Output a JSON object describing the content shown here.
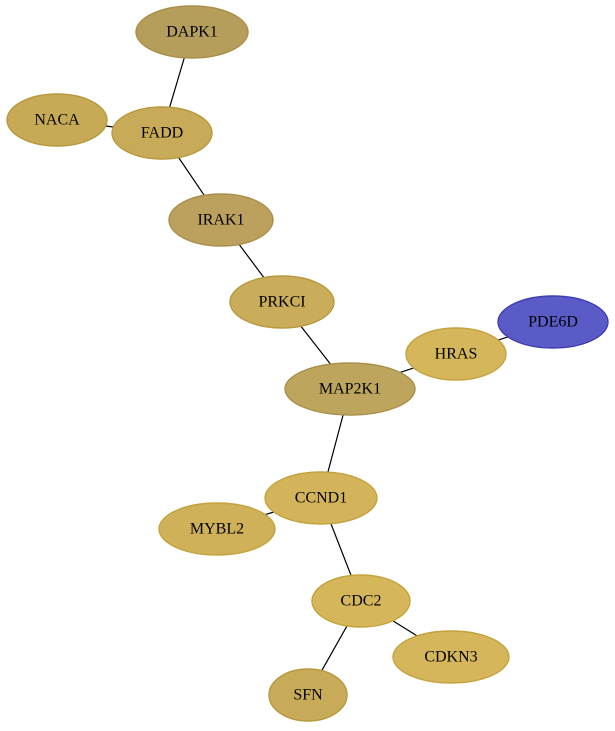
{
  "graph": {
    "nodes": [
      {
        "id": "DAPK1",
        "label": "DAPK1",
        "fill": "#b59d5b",
        "stroke": "#a98f4a"
      },
      {
        "id": "NACA",
        "label": "NACA",
        "fill": "#c6aa56",
        "stroke": "#b8993f"
      },
      {
        "id": "FADD",
        "label": "FADD",
        "fill": "#c8ab58",
        "stroke": "#b8993f"
      },
      {
        "id": "IRAK1",
        "label": "IRAK1",
        "fill": "#bba15d",
        "stroke": "#a98f4a"
      },
      {
        "id": "PRKCI",
        "label": "PRKCI",
        "fill": "#c9ad5a",
        "stroke": "#b8993f"
      },
      {
        "id": "PDE6D",
        "label": "PDE6D",
        "fill": "#5b5bc8",
        "stroke": "#3f3fb0"
      },
      {
        "id": "HRAS",
        "label": "HRAS",
        "fill": "#d5b65a",
        "stroke": "#c4a33e"
      },
      {
        "id": "MAP2K1",
        "label": "MAP2K1",
        "fill": "#bda55d",
        "stroke": "#a98f4a"
      },
      {
        "id": "CCND1",
        "label": "CCND1",
        "fill": "#d3b45a",
        "stroke": "#c4a33e"
      },
      {
        "id": "MYBL2",
        "label": "MYBL2",
        "fill": "#cfb15a",
        "stroke": "#c4a33e"
      },
      {
        "id": "CDC2",
        "label": "CDC2",
        "fill": "#d5b65a",
        "stroke": "#c4a33e"
      },
      {
        "id": "CDKN3",
        "label": "CDKN3",
        "fill": "#d5b65a",
        "stroke": "#c4a33e"
      },
      {
        "id": "SFN",
        "label": "SFN",
        "fill": "#c7ab59",
        "stroke": "#b8993f"
      }
    ],
    "edges": [
      {
        "from": "DAPK1",
        "to": "FADD"
      },
      {
        "from": "NACA",
        "to": "FADD"
      },
      {
        "from": "FADD",
        "to": "IRAK1"
      },
      {
        "from": "IRAK1",
        "to": "PRKCI"
      },
      {
        "from": "PRKCI",
        "to": "MAP2K1"
      },
      {
        "from": "MAP2K1",
        "to": "HRAS"
      },
      {
        "from": "HRAS",
        "to": "PDE6D"
      },
      {
        "from": "MAP2K1",
        "to": "CCND1"
      },
      {
        "from": "CCND1",
        "to": "MYBL2"
      },
      {
        "from": "CCND1",
        "to": "CDC2"
      },
      {
        "from": "CDC2",
        "to": "CDKN3"
      },
      {
        "from": "CDC2",
        "to": "SFN"
      }
    ]
  }
}
